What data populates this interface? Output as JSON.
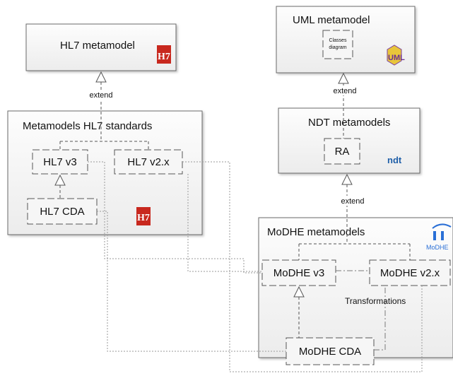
{
  "boxes": {
    "hl7_metamodel": "HL7 metamodel",
    "uml_metamodel": "UML metamodel",
    "classes_diagram_line1": "Classes",
    "classes_diagram_line2": "diagram",
    "metamodels_hl7": "Metamodels  HL7 standards",
    "hl7_v3": "HL7 v3",
    "hl7_v2x": "HL7 v2.x",
    "hl7_cda": "HL7 CDA",
    "ndt_metamodels": "NDT metamodels",
    "ra": "RA",
    "modhe_metamodels": "MoDHE metamodels",
    "modhe_v3": "MoDHE v3",
    "modhe_v2x": "MoDHE v2.x",
    "modhe_cda": "MoDHE CDA"
  },
  "labels": {
    "extend_hl7": "extend",
    "extend_uml": "extend",
    "extend_ndt": "extend",
    "transformations": "Transformations"
  },
  "logos": {
    "hl7_logo_text": "H7",
    "uml_logo_text": "UML",
    "ndt_logo_text": "ndt",
    "modhe_logo_text": "MoDHE"
  },
  "colors": {
    "box_fill": "#f4f4f4",
    "box_stroke": "#555555",
    "hl7_red": "#c8281e",
    "ndt_blue": "#1f5fa8",
    "modhe_blue": "#2a6fd6"
  }
}
